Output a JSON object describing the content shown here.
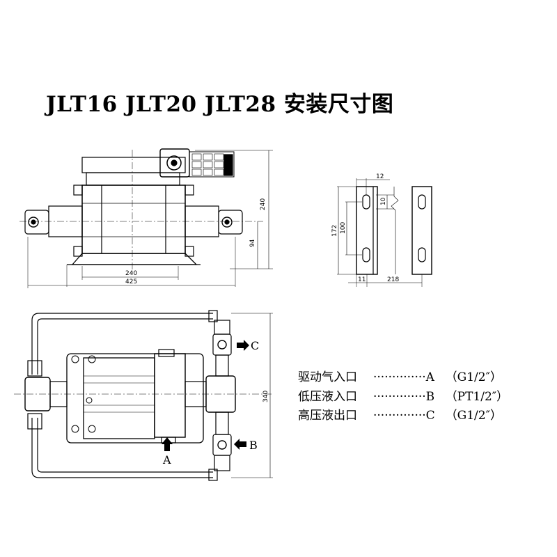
{
  "title": {
    "models": [
      "JLT16",
      "JLT20",
      "JLT28"
    ],
    "suffix": "安装尺寸图"
  },
  "front_view": {
    "dims": {
      "total_height": "240",
      "axis_height": "94",
      "base_length": "240",
      "total_length": "425"
    }
  },
  "bracket_view": {
    "dims": {
      "top_offset": "12",
      "slot_length": "10",
      "outer_height": "172",
      "hole_spacing": "100",
      "plate_thickness": "11",
      "bracket_spacing": "218"
    }
  },
  "top_view": {
    "dims": {
      "height": "340"
    },
    "port_labels": {
      "a": "A",
      "b": "B",
      "c": "C"
    }
  },
  "legend": [
    {
      "name": "驱动气入口",
      "dots": "··············",
      "port": "A",
      "spec": "（G1/2″）"
    },
    {
      "name": "低压液入口",
      "dots": "··············",
      "port": "B",
      "spec": "（PT1/2″）"
    },
    {
      "name": "高压液出口",
      "dots": "··············",
      "port": "C",
      "spec": "（G1/2″）"
    }
  ]
}
